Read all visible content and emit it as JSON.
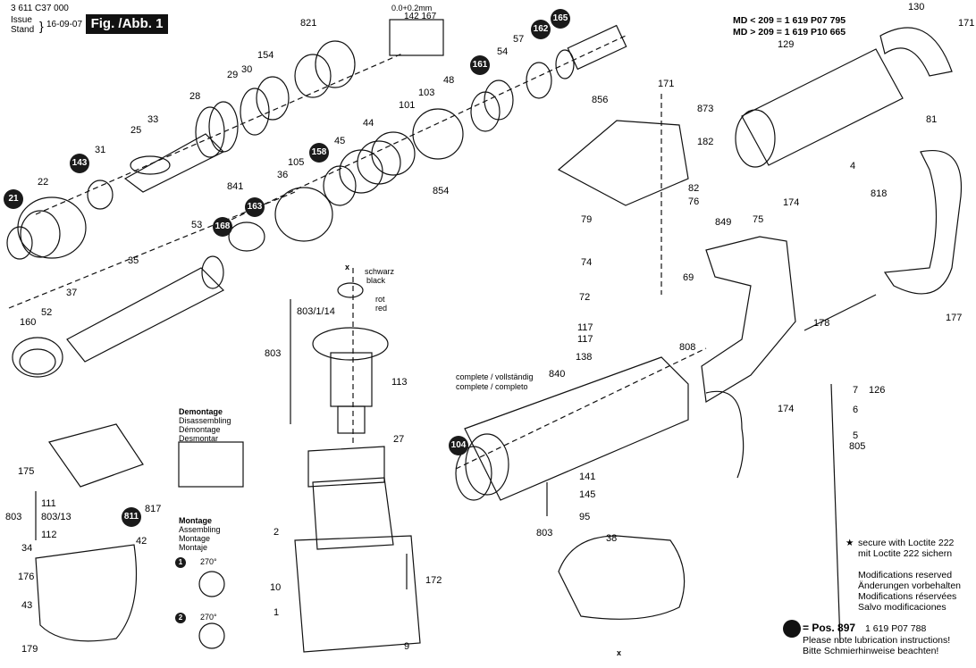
{
  "header": {
    "part_number": "3 611 C37 000",
    "issue_label": "Issue",
    "stand_label": "Stand",
    "date": "16-09-07",
    "figure": "Fig. /Abb. 1",
    "dimension_note": "0.0+0.2mm",
    "dim_parts": "142 167"
  },
  "md_notes": {
    "line1": "MD < 209 = 1 619 P07 795",
    "line2": "MD > 209 = 1 619 P10 665",
    "part": "129"
  },
  "labels": [
    {
      "t": "821"
    },
    {
      "t": "154"
    },
    {
      "t": "30"
    },
    {
      "t": "29"
    },
    {
      "t": "28"
    },
    {
      "t": "33"
    },
    {
      "t": "25"
    },
    {
      "t": "31"
    },
    {
      "t": "22"
    },
    {
      "t": "57"
    },
    {
      "t": "54"
    },
    {
      "t": "48"
    },
    {
      "t": "103"
    },
    {
      "t": "101"
    },
    {
      "t": "856"
    },
    {
      "t": "44"
    },
    {
      "t": "45"
    },
    {
      "t": "105"
    },
    {
      "t": "36"
    },
    {
      "t": "841"
    },
    {
      "t": "854"
    },
    {
      "t": "53"
    },
    {
      "t": "35"
    },
    {
      "t": "37"
    },
    {
      "t": "52"
    },
    {
      "t": "160"
    },
    {
      "t": "130"
    },
    {
      "t": "171"
    },
    {
      "t": "171"
    },
    {
      "t": "873"
    },
    {
      "t": "182"
    },
    {
      "t": "82"
    },
    {
      "t": "76"
    },
    {
      "t": "79"
    },
    {
      "t": "849"
    },
    {
      "t": "74"
    },
    {
      "t": "4"
    },
    {
      "t": "818"
    },
    {
      "t": "81"
    },
    {
      "t": "174"
    },
    {
      "t": "75"
    },
    {
      "t": "69"
    },
    {
      "t": "72"
    },
    {
      "t": "117"
    },
    {
      "t": "117"
    },
    {
      "t": "138"
    },
    {
      "t": "808"
    },
    {
      "t": "178"
    },
    {
      "t": "177"
    },
    {
      "t": "7"
    },
    {
      "t": "126"
    },
    {
      "t": "174"
    },
    {
      "t": "6"
    },
    {
      "t": "5"
    },
    {
      "t": "805"
    },
    {
      "t": "803/1/14"
    },
    {
      "t": "803"
    },
    {
      "t": "113"
    },
    {
      "t": "27"
    },
    {
      "t": "2"
    },
    {
      "t": "10"
    },
    {
      "t": "172"
    },
    {
      "t": "1"
    },
    {
      "t": "9"
    },
    {
      "t": "175"
    },
    {
      "t": "111"
    },
    {
      "t": "803"
    },
    {
      "t": "803/13"
    },
    {
      "t": "112"
    },
    {
      "t": "817"
    },
    {
      "t": "42"
    },
    {
      "t": "34"
    },
    {
      "t": "176"
    },
    {
      "t": "43"
    },
    {
      "t": "179"
    },
    {
      "t": "141"
    },
    {
      "t": "145"
    },
    {
      "t": "95"
    },
    {
      "t": "803"
    },
    {
      "t": "38"
    },
    {
      "t": "840"
    }
  ],
  "circled": [
    {
      "t": "165"
    },
    {
      "t": "162"
    },
    {
      "t": "161"
    },
    {
      "t": "143"
    },
    {
      "t": "21"
    },
    {
      "t": "158"
    },
    {
      "t": "168"
    },
    {
      "t": "163"
    },
    {
      "t": "811"
    },
    {
      "t": "104"
    }
  ],
  "color_notes": {
    "black_de": "schwarz",
    "black_en": "black",
    "red_de": "rot",
    "red_en": "red",
    "x_mark": "x"
  },
  "complete_notes": {
    "line1": "complete / vollständig",
    "line2": "complete / completo"
  },
  "demontage": [
    "Demontage",
    "Disassembling",
    "Démontage",
    "Desmontar"
  ],
  "montage": [
    "Montage",
    "Assembling",
    "Montage",
    "Montaje"
  ],
  "steps": [
    {
      "n": "1",
      "angle": "270°"
    },
    {
      "n": "2",
      "angle": "270°"
    }
  ],
  "notes": {
    "loctite1": "secure with Loctite 222",
    "loctite2": "mit Loctite 222 sichern",
    "mod1": "Modifications reserved",
    "mod2": "Änderungen vorbehalten",
    "mod3": "Modifications réservées",
    "mod4": "Salvo modificaciones",
    "pos": "= Pos. 897",
    "pos_part": "1 619 P07 788",
    "lub1": "Please note lubrication instructions!",
    "lub2": "Bitte Schmierhinweise beachten!",
    "x_bottom": "x"
  },
  "colors": {
    "ink": "#111111",
    "paper": "#ffffff"
  }
}
